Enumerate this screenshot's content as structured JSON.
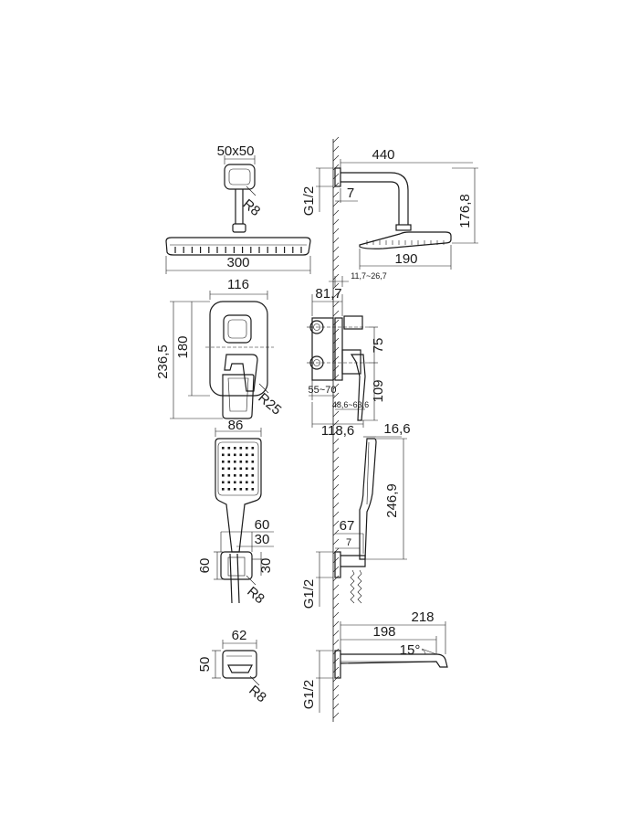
{
  "dims": {
    "head_arm_size": "50x50",
    "head_arm_radius": "R8",
    "head_width": "300",
    "head_projection": "440",
    "head_thread": "G1/2",
    "head_plate_offset": "7",
    "head_drop": "176,8",
    "head_diameter": "190",
    "mixer_plate_width": "116",
    "mixer_plate_height_outer": "236,5",
    "mixer_plate_height_inner": "180",
    "mixer_lever_radius": "R25",
    "mixer_depth_range": "11,7~26,7",
    "mixer_body_depth": "81,7",
    "mixer_top_offset": "75",
    "mixer_lower_offset": "109",
    "mixer_install_range": "55~70",
    "mixer_plaster_range": "48,6~63,6",
    "mixer_total_depth": "118,6",
    "hand_width": "86",
    "hand_tilt": "16,6",
    "hand_length": "246,9",
    "holder_width": "60",
    "holder_inner": "30",
    "holder_height": "60",
    "holder_side": "30",
    "holder_radius": "R8",
    "holder_depth": "67",
    "holder_plate_offset": "7",
    "holder_thread": "G1/2",
    "spout_width": "62",
    "spout_height": "50",
    "spout_radius": "R8",
    "spout_total": "218",
    "spout_length": "198",
    "spout_angle": "15°",
    "spout_thread": "G1/2"
  },
  "colors": {
    "line": "#1a1a1a",
    "background": "#ffffff"
  }
}
